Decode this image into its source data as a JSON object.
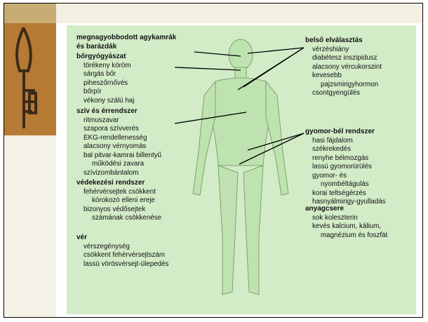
{
  "colors": {
    "panel": "#d2ecc8",
    "key_band": "#b67a34",
    "body_fill": "#bfe3b0",
    "pointer_line": "#000000"
  },
  "left_groups": [
    {
      "header": [
        "megnagyobbodott agykamrák",
        "és barázdák"
      ],
      "items": []
    },
    {
      "header": [
        "bőrgyógyászat"
      ],
      "items": [
        "törékeny köröm",
        "sárgás bőr",
        "piheszőrnővés",
        "bőrpír",
        "vékony szálú haj"
      ]
    },
    {
      "header": [
        "szív és érrendszer"
      ],
      "items": [
        "ritmuszavar",
        "szapora szívverés",
        "EKG-rendellenesség",
        "alacsony vérnyomás",
        "bal pitvar-kamrai billentyű",
        "működési zavara",
        "szívizombántalom"
      ]
    },
    {
      "header": [
        "védekezési rendszer"
      ],
      "items": [
        "fehérvérsejtek csökkent",
        "kórokozó elleni ereje",
        "bizonyos védősejtek",
        "számának csökkenése"
      ]
    },
    {
      "header": [
        "vér"
      ],
      "items": [
        "vérszegénység",
        "csökkent fehérvérsejtszám",
        "lassú vörösvérsejt-ülepedés"
      ]
    }
  ],
  "right_groups": [
    {
      "header": [
        "belső elválasztás"
      ],
      "items": [
        "vérzéshiány",
        "diabétesz inszipidusz",
        "alacsony vércukorszint",
        "kevesebb",
        "pajzsmirigyhormon",
        "csontgyengülés"
      ]
    },
    {
      "header": [
        "gyomor-bél rendszer"
      ],
      "items": [
        "hasi fájdalom",
        "székrekedés",
        "renyhe bélmozgás",
        "lassú gyomorürülés",
        "gyomor- és",
        "nyombéltágulás",
        "korai teltségérzés",
        "hasnyálmirigy-gyulladás"
      ]
    },
    {
      "header": [
        "anyagcsere"
      ],
      "items": [
        "sok koleszterin",
        "kevés kalcium, kálium,",
        "magnézium és foszfát"
      ]
    }
  ]
}
